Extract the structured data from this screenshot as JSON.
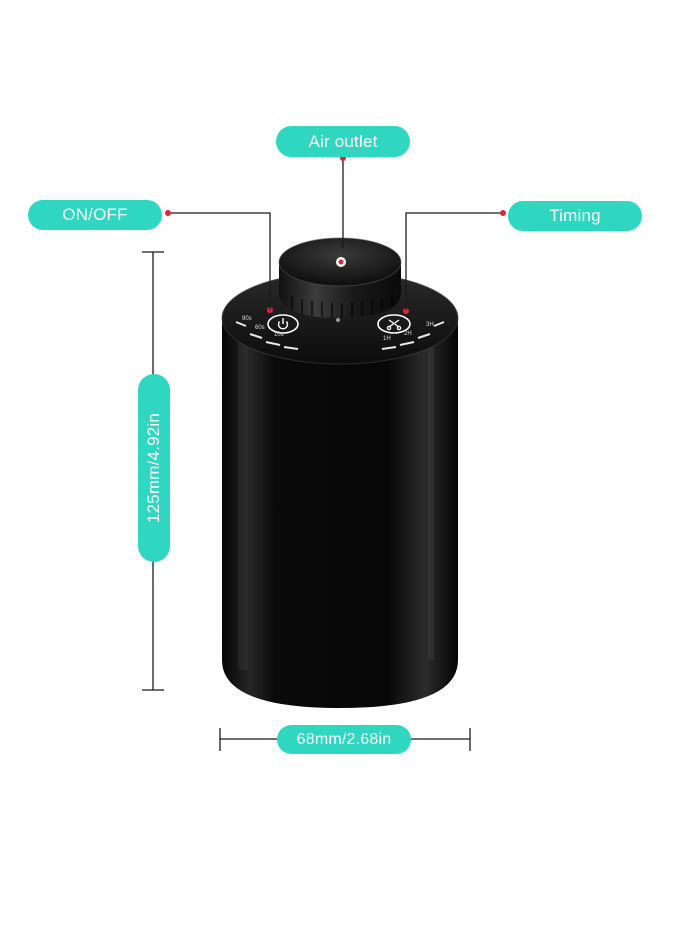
{
  "labels": {
    "air_outlet": "Air outlet",
    "on_off": "ON/OFF",
    "timing": "Timing",
    "height": "125mm/4.92in",
    "width": "68mm/2.68in"
  },
  "device": {
    "left_marks": [
      "90s",
      "60s",
      "10s"
    ],
    "right_marks": [
      "1H",
      "2H",
      "3H"
    ],
    "power_icon": "power-icon",
    "timer_icon": "scissors-icon"
  },
  "colors": {
    "accent": "#2fd6c0",
    "indicator": "#e0243a",
    "device_body": "#0b0b0b"
  }
}
